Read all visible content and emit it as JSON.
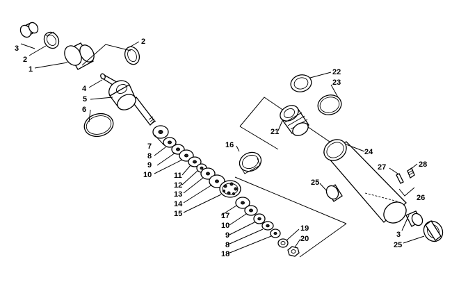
{
  "diagram": {
    "callouts": [
      {
        "id": "c3a",
        "text": "3"
      },
      {
        "id": "c2a",
        "text": "2"
      },
      {
        "id": "c1",
        "text": "1"
      },
      {
        "id": "c2b",
        "text": "2"
      },
      {
        "id": "c4",
        "text": "4"
      },
      {
        "id": "c5",
        "text": "5"
      },
      {
        "id": "c6",
        "text": "6"
      },
      {
        "id": "c7",
        "text": "7"
      },
      {
        "id": "c8a",
        "text": "8"
      },
      {
        "id": "c9a",
        "text": "9"
      },
      {
        "id": "c10a",
        "text": "10"
      },
      {
        "id": "c11",
        "text": "11"
      },
      {
        "id": "c12",
        "text": "12"
      },
      {
        "id": "c13",
        "text": "13"
      },
      {
        "id": "c14",
        "text": "14"
      },
      {
        "id": "c15",
        "text": "15"
      },
      {
        "id": "c16",
        "text": "16"
      },
      {
        "id": "c17",
        "text": "17"
      },
      {
        "id": "c10b",
        "text": "10"
      },
      {
        "id": "c9b",
        "text": "9"
      },
      {
        "id": "c8b",
        "text": "8"
      },
      {
        "id": "c18",
        "text": "18"
      },
      {
        "id": "c19",
        "text": "19"
      },
      {
        "id": "c20",
        "text": "20"
      },
      {
        "id": "c22",
        "text": "22"
      },
      {
        "id": "c23",
        "text": "23"
      },
      {
        "id": "c21",
        "text": "21"
      },
      {
        "id": "c24",
        "text": "24"
      },
      {
        "id": "c25a",
        "text": "25"
      },
      {
        "id": "c27",
        "text": "27"
      },
      {
        "id": "c28",
        "text": "28"
      },
      {
        "id": "c26",
        "text": "26"
      },
      {
        "id": "c3b",
        "text": "3"
      },
      {
        "id": "c25b",
        "text": "25"
      }
    ]
  }
}
